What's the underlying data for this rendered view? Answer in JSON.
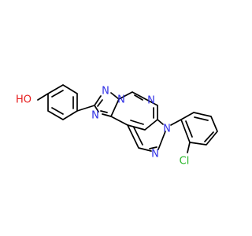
{
  "colors": {
    "background": "#ffffff",
    "bond": "#000000",
    "nitrogen": "#2f2fe6",
    "oxygen": "#e61e1e",
    "chlorine": "#25b525"
  },
  "atoms": {
    "hydroxyl_label": "HO",
    "n_triazole_upper_label": "N",
    "n_triazole_bridge_label": "N",
    "n_triazole_lower_label": "N",
    "n_pyrimidine_label": "N",
    "n_pyrazole_aryl_label": "N",
    "n_pyrazole_lower_label": "N",
    "chloro_label": "Cl"
  }
}
